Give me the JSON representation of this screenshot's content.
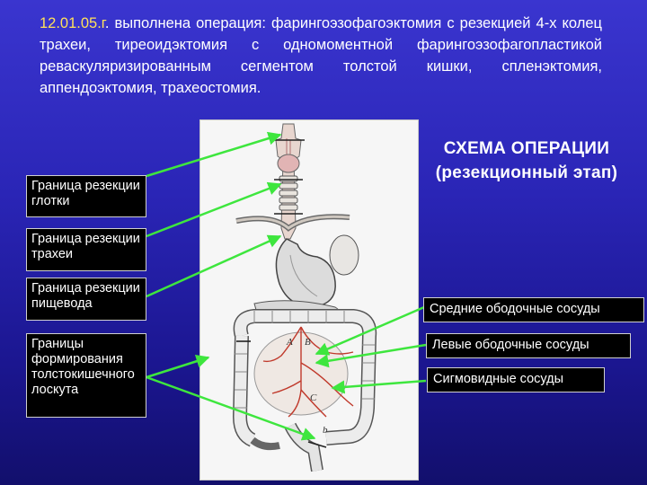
{
  "header": {
    "date": "12.01.05.г",
    "text": ". выполнена операция: фарингоэзофагоэктомия с резекцией 4-х колец трахеи, тиреоидэктомия с одномоментной фарингоэзофагопластикой реваскуляризированным сегментом толстой кишки, спленэктомия, аппендоэктомия, трахеостомия."
  },
  "scheme": {
    "title_line1": "СХЕМА ОПЕРАЦИИ",
    "title_line2": "(резекционный этап)"
  },
  "left_labels": [
    "Граница резекции глотки",
    "Граница резекции трахеи",
    "Граница резекции пищевода",
    "Границы формирования толстокишечного лоскута"
  ],
  "right_labels": [
    "Средние ободочные сосуды",
    "Левые ободочные сосуды",
    "Сигмовидные сосуды"
  ],
  "diagram_marks": [
    "A",
    "B",
    "C",
    "b"
  ],
  "colors": {
    "background": "#2a25b6",
    "arrow": "#3ee63e",
    "date": "#ffe15a",
    "label_bg": "#000000"
  }
}
